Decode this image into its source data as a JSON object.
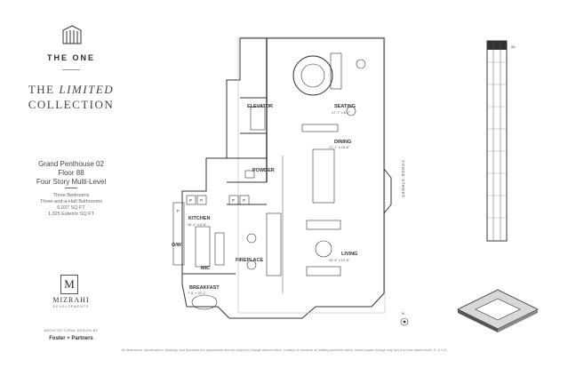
{
  "brand": {
    "name": "THE ONE",
    "logo_icon": "building-logo-icon"
  },
  "collection": {
    "line1": "THE LIMITED",
    "line2": "COLLECTION"
  },
  "unit": {
    "title": "Grand Penthouse 02",
    "floor": "Floor 88",
    "type": "Four Story Multi-Level",
    "bedrooms": "Three Bedrooms",
    "bathrooms": "Three-and-a-Half Bathrooms",
    "area": "6,037 SQ FT",
    "exterior": "1,025 Exterior SQ FT"
  },
  "developer": {
    "monogram": "M",
    "name": "MIZRAHI",
    "sub": "DEVELOPMENTS"
  },
  "architect": {
    "label": "ARCHITECTURAL DESIGN BY",
    "name": "Foster + Partners"
  },
  "floorplan": {
    "rooms": {
      "elevator": "ELEVATOR",
      "seating": "SEATING",
      "seating_dim": "17'-7\" x 8'-7\"",
      "dining": "DINING",
      "dining_dim": "17'-1\" x 18'-6\"",
      "powder": "POWDER",
      "kitchen": "KITCHEN",
      "kitchen_dim": "18'-4\" x 8'-8\"",
      "fireplace": "FIREPLACE",
      "living": "LIVING",
      "living_dim": "20'-4\" x 19'-8\"",
      "mic": "MIC",
      "ow": "O/W",
      "breakfast": "BREAKFAST",
      "breakfast_dim": "7'-6\" x 20'-1\"",
      "fridge": "F",
      "pantry": "P"
    },
    "street": "YONGE STREET",
    "north": "N"
  },
  "tower": {
    "floor_tag": "88"
  },
  "disclaimer": "All dimensions, specifications, drawings, and floorplans are approximate and are subject to change without notice. Location of structural as building perimeter varies. Actual square footage may vary from that stated herein. E. & O.E."
}
